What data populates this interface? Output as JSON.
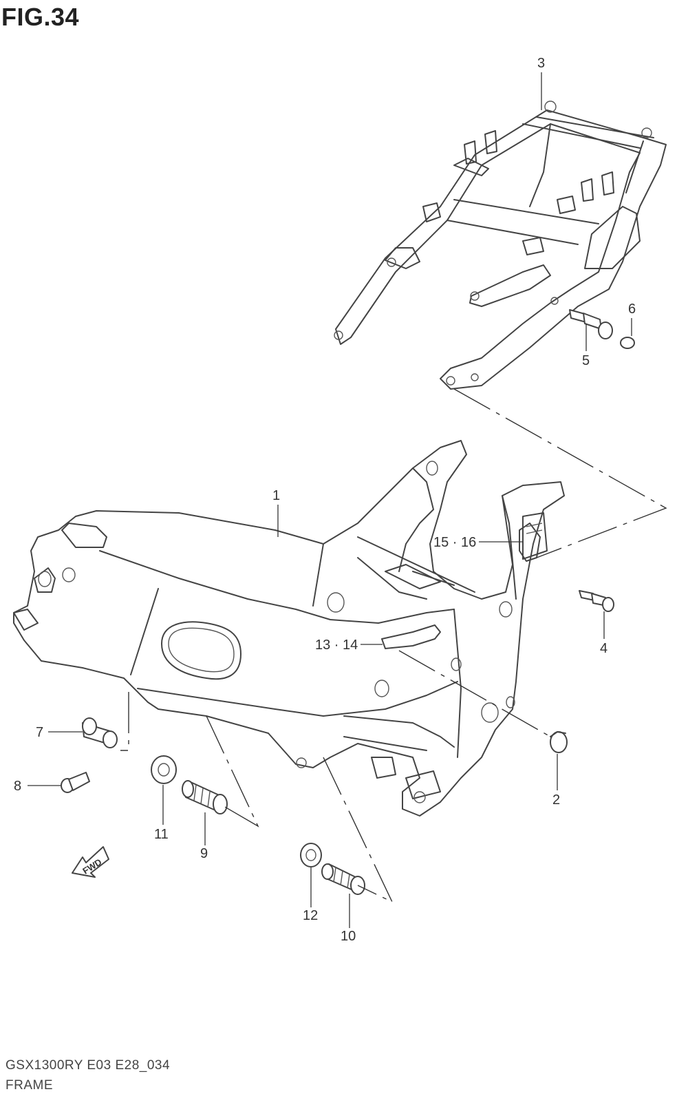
{
  "figure": {
    "title": "FIG.34",
    "model_code": "GSX1300RY  E03  E28_034",
    "section_name": "FRAME",
    "fwd_badge": "FWD"
  },
  "callouts": {
    "p1": "1",
    "p2": "2",
    "p3": "3",
    "p4": "4",
    "p5": "5",
    "p6": "6",
    "p7": "7",
    "p8": "8",
    "p9": "9",
    "p10": "10",
    "p11": "11",
    "p12": "12",
    "p13_14": "13 · 14",
    "p15_16": "15 · 16"
  }
}
